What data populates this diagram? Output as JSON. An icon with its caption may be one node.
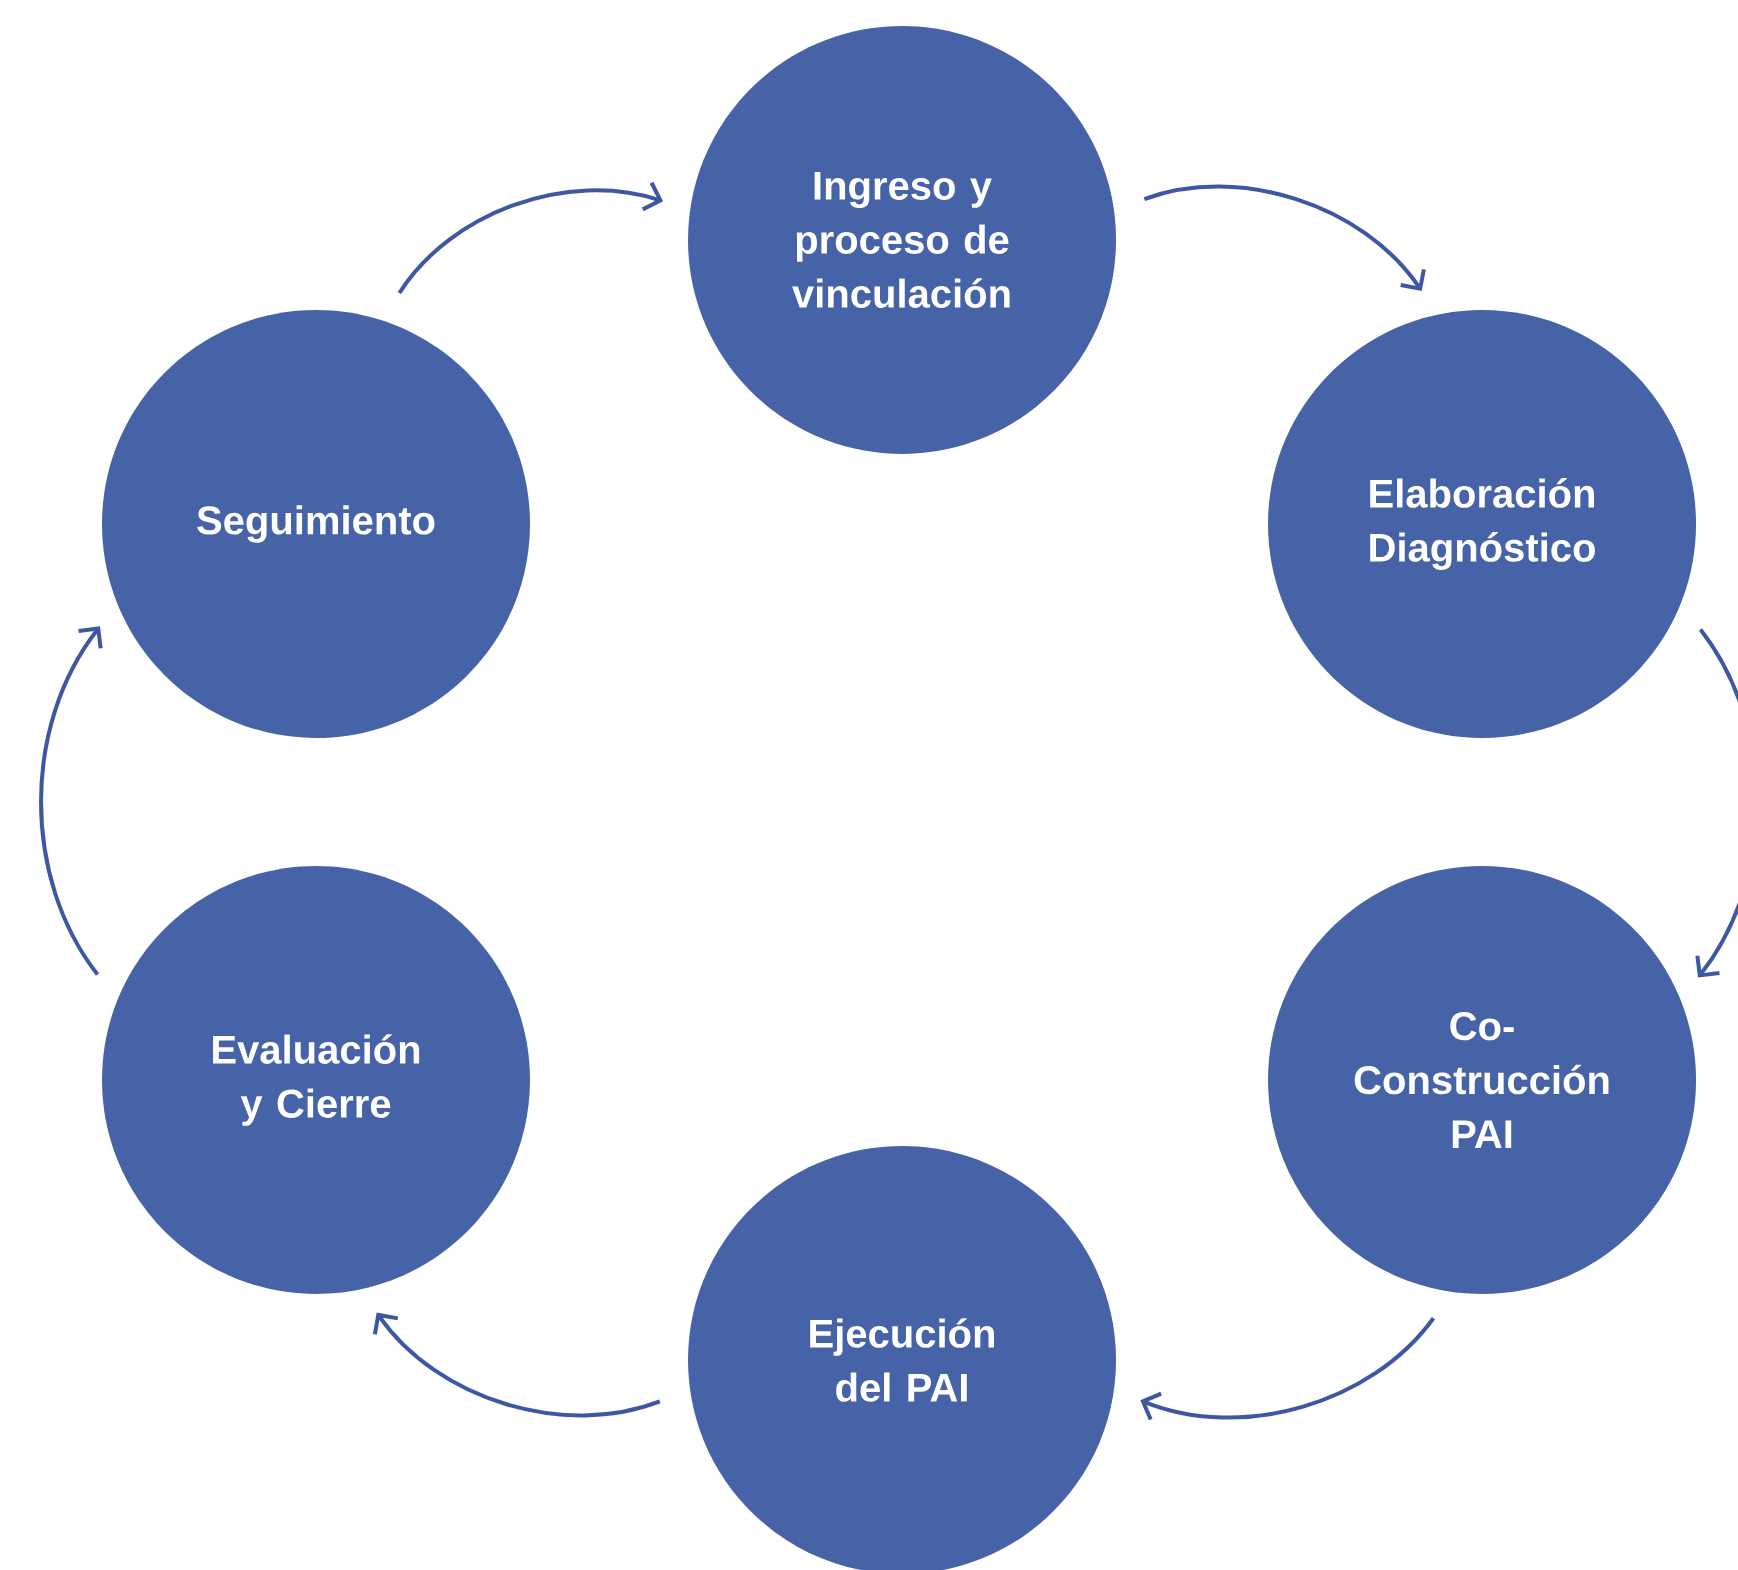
{
  "diagram": {
    "nodes": [
      {
        "text": [
          "Ingreso y proceso de vinculación"
        ]
      },
      {
        "text": [
          "Elaboración Diagnóstico"
        ]
      },
      {
        "text": [
          "Co- Construcción PAI"
        ]
      },
      {
        "text": [
          "Ejecución del PAI"
        ]
      },
      {
        "text": [
          "Evaluación y Cierre"
        ]
      },
      {
        "text": [
          "Seguimiento"
        ]
      }
    ],
    "edges": [
      {
        "from": 5,
        "to": 0,
        "arrow": "to"
      },
      {
        "from": 0,
        "to": 1,
        "arrow": "to"
      },
      {
        "from": 1,
        "to": 2,
        "arrow": "to"
      },
      {
        "from": 2,
        "to": 3,
        "arrow": "to"
      },
      {
        "from": 3,
        "to": 4,
        "arrow": "to"
      },
      {
        "from": 4,
        "to": 5,
        "arrow": "to"
      }
    ]
  }
}
